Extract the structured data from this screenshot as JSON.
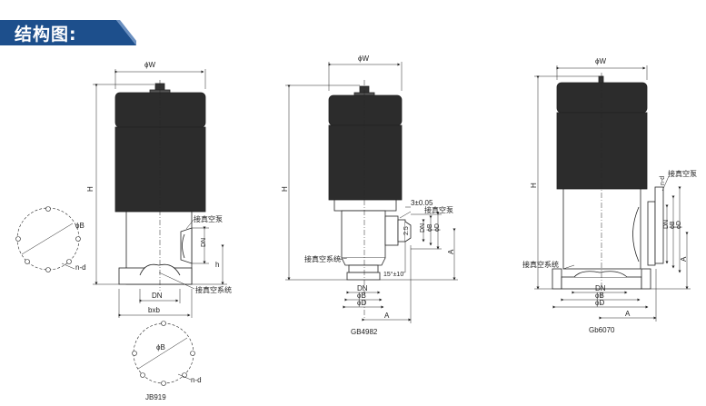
{
  "banner": {
    "title": "结构图:",
    "color": "#1d4f8c"
  },
  "labels": {
    "w": "ϕW",
    "h": "H",
    "dn": "DN",
    "h_small": "h",
    "bxb": "bxb",
    "b": "ϕB",
    "d": "ϕD",
    "nd": "n-d",
    "a": "A",
    "vacuum_pump": "接真空泵",
    "vacuum_system": "接真空系统",
    "tolerance": "3±0.05",
    "angle": "15°±10'",
    "r": "2.5",
    "std_jb": "JB919",
    "std_gb4982": "GB4982",
    "std_gb6070": "Gb6070"
  }
}
